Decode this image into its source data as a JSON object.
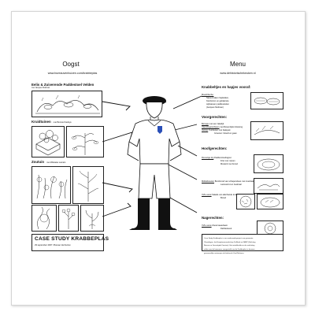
{
  "oogst": {
    "title": "Oogst",
    "url": "www.bureauvenhuizen.com/krabbeplas",
    "sections": [
      {
        "title": "Eelis & Zuiverende Paddestoel Velden",
        "subtitle": "",
        "lines": [
          "met Jacques Muilman"
        ]
      },
      {
        "title": "Kruidtuinen",
        "subtitle": "met Bonnie Kiesbye",
        "lines": []
      },
      {
        "title": "Zoutuin",
        "subtitle": "met Wiekeke Lamain",
        "lines": []
      }
    ]
  },
  "menu": {
    "title": "Menu",
    "url": "www.dehistorischekeuken.nl",
    "sections": [
      {
        "title": "Knabbeltjes en hapjes vooraf:",
        "items": [
          {
            "label": "Moesfritsche:",
            "text": ""
          },
          {
            "label": "",
            "text": "Natuurmaken haplekken,"
          },
          {
            "label": "",
            "text": "frambozen en gebakcete"
          },
          {
            "label": "",
            "text": "wijnkassen paddestoelen"
          },
          {
            "label": "",
            "text": "(Jacques Muilman)"
          }
        ]
      },
      {
        "title": "Voorgerechten:",
        "items": [
          {
            "label": "Borosje",
            "text": "met een zakelijk"
          },
          {
            "label": "Vlamdingerschijven",
            "text": "met Ravenzijeki dressing"
          },
          {
            "label": "IJsbrijn",
            "text": "Tuinbonen met bakspek"
          },
          {
            "label": "",
            "text": "Groenen: bloedt en gaan"
          }
        ]
      },
      {
        "title": "Hoofgerechten:",
        "items": [
          {
            "label": "Romerige kip",
            "text": "Paddenstoelragout"
          },
          {
            "label": "",
            "text": "Friet met mijnen"
          },
          {
            "label": "",
            "text": "Mosterd met brood"
          },
          {
            "label": "Middeltouwen",
            "text": "Bronbrood van schapenvlees met zeedraak"
          },
          {
            "label": "",
            "text": "Lamsworst en zeekraal"
          },
          {
            "label": "XVIe eeuw",
            "text": "Salade van allerhande kruiden met pasteltje"
          },
          {
            "label": "",
            "text": "Brood"
          }
        ]
      },
      {
        "title": "Nagerechten:",
        "items": [
          {
            "label": "XVIe eeuw",
            "text": "Zoete kaasvlaam"
          },
          {
            "label": "",
            "text": "Dahlieskeuk"
          }
        ]
      }
    ]
  },
  "case_study": {
    "title": "CASE STUDY KRABBEPLAS",
    "date": "29 september 2007 / Bureau Venhuizen"
  },
  "footer_note": [
    "Case Study Krabbeplas is een onderzoeksproject van gemeente",
    "Vlaardingen, het Hoogheemraadschap Delfland en NASP (Stichting",
    "Bureau en Gevestigde Kunsten). Het ontwikkelde en de ontsluiting",
    "zullen aan de bewoners voorgesteld van de Krabbeplas te bouwen",
    "gezamenlijke ontwerpen de biokorrels Kool-Nehems."
  ],
  "colors": {
    "ink": "#111111",
    "frame": "#d4d4d4",
    "logo": "#2a4fb8"
  }
}
